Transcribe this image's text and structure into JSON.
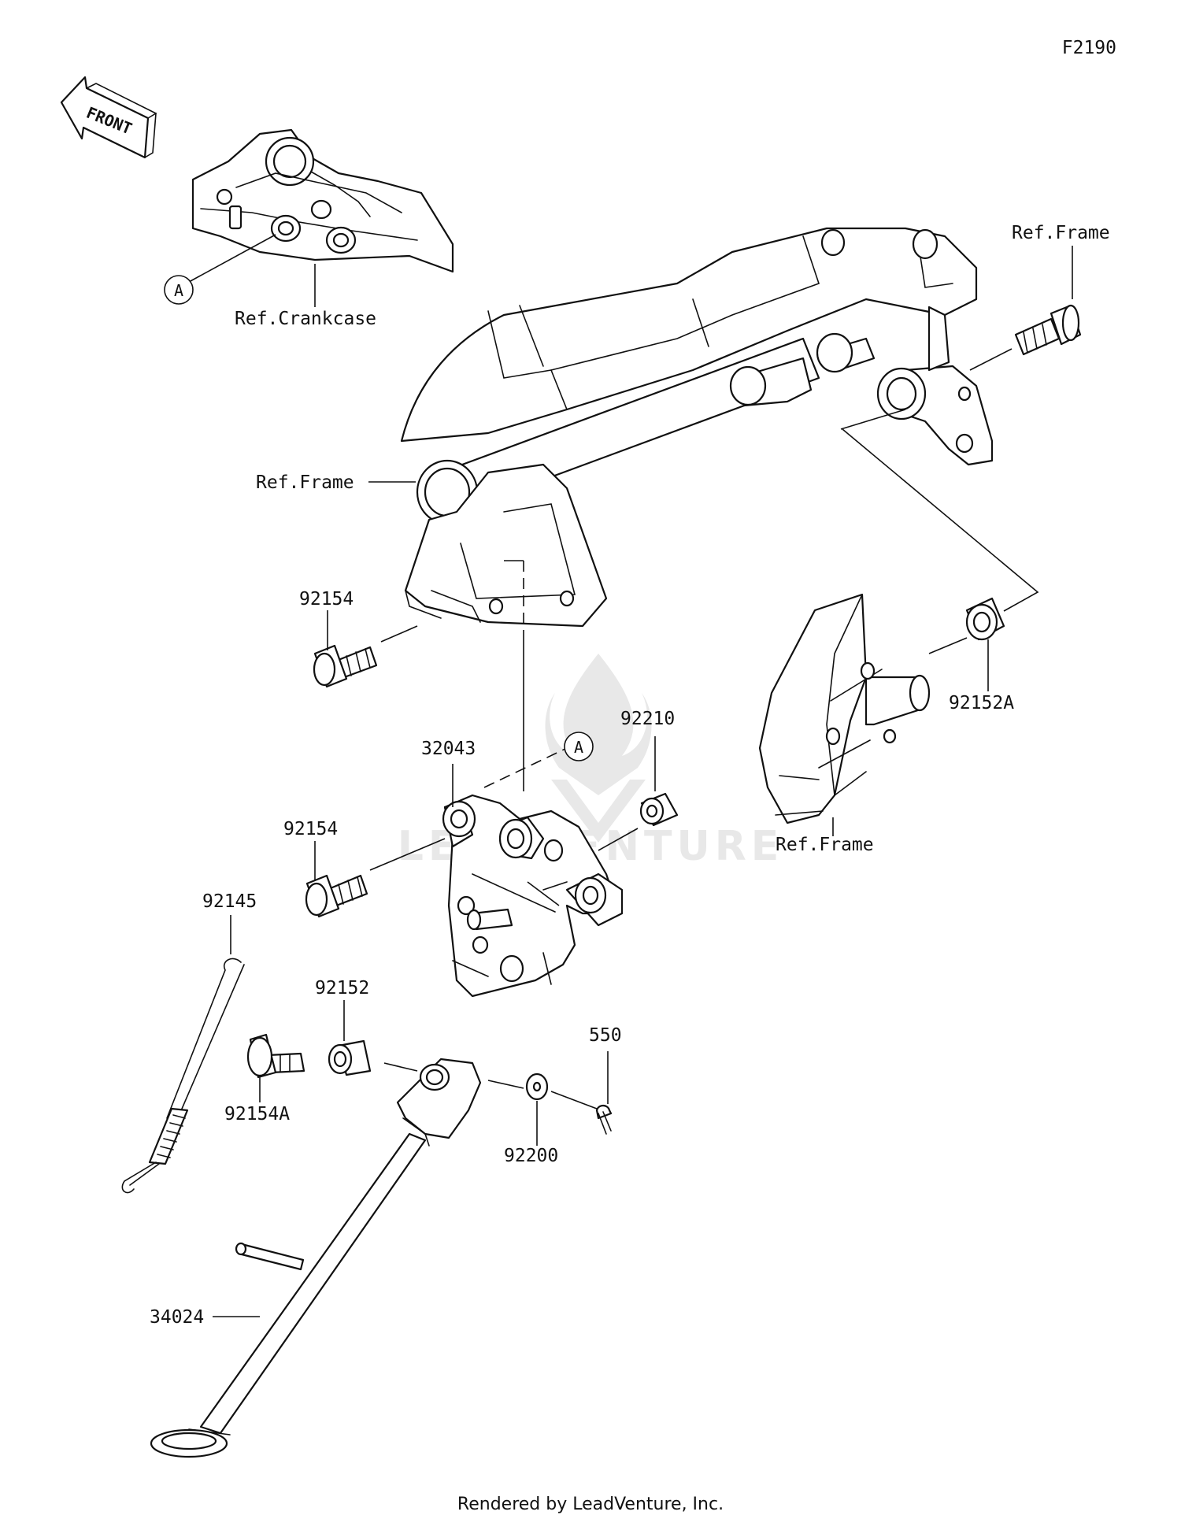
{
  "figure_code": "F2190",
  "front_label": "FRONT",
  "callouts": {
    "ref_crankcase": "Ref.Crankcase",
    "ref_frame_top": "Ref.Frame",
    "ref_frame_left": "Ref.Frame",
    "ref_frame_bracket": "Ref.Frame",
    "circle_a_1": "A",
    "circle_a_2": "A"
  },
  "part_numbers": [
    "92154",
    "92154",
    "92154A",
    "32043",
    "92210",
    "92152A",
    "92145",
    "92152",
    "550",
    "92200",
    "34024"
  ],
  "watermark": "LEADVENTURE",
  "footer": "Rendered by LeadVenture, Inc."
}
